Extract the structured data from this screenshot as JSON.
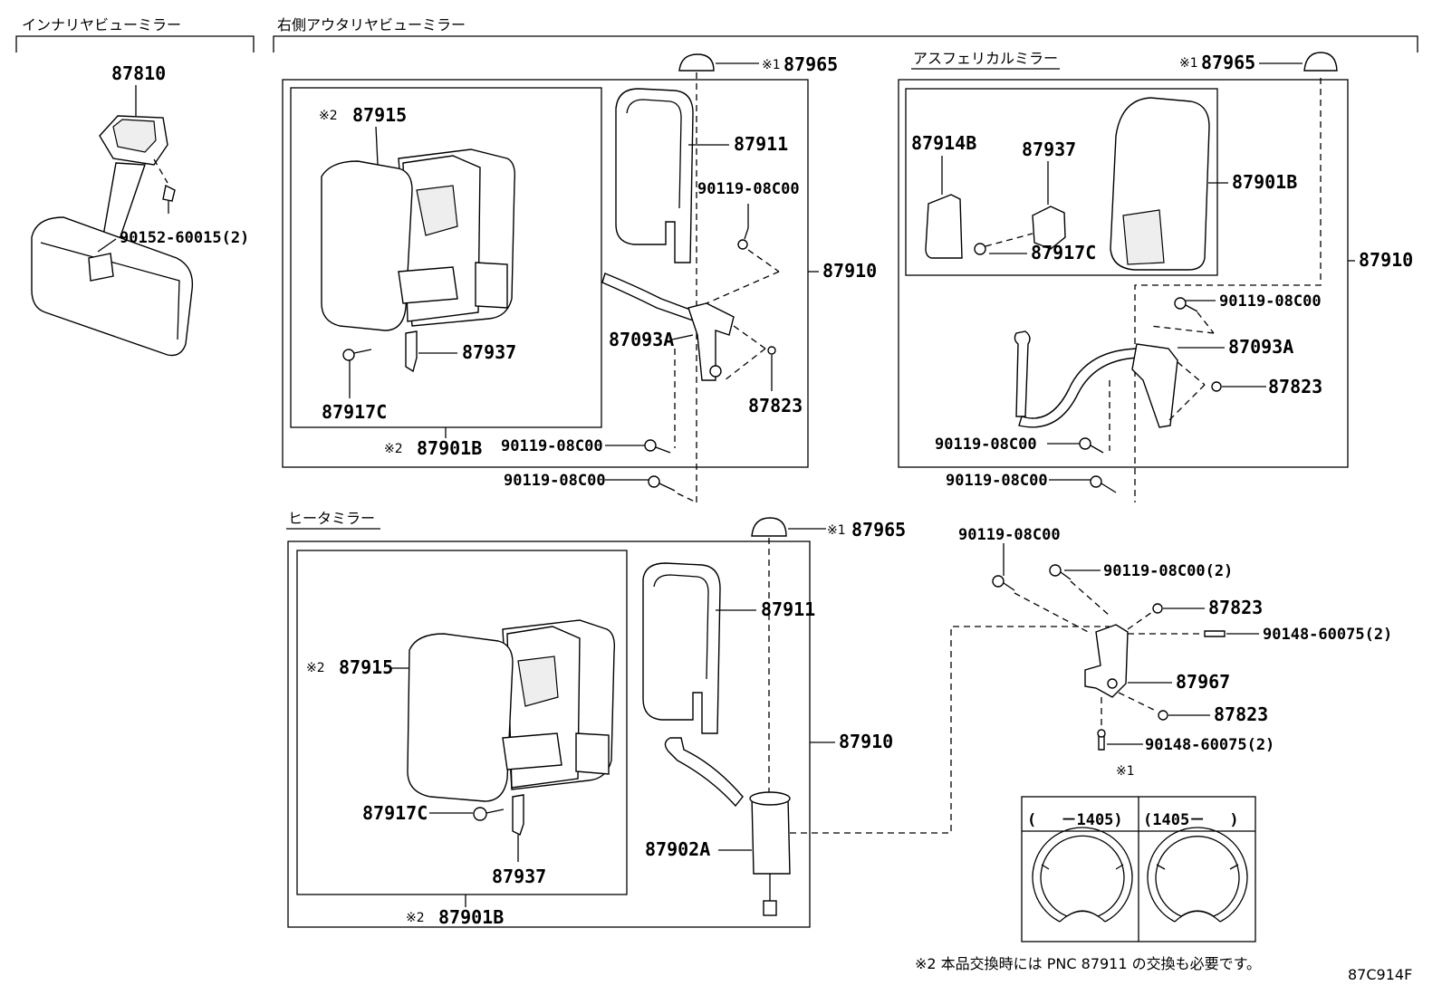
{
  "sections": {
    "inner_mirror": "インナリヤビューミラー",
    "outer_mirror_rh": "右側アウタリヤビューミラー",
    "aspherical": "アスフェリカルミラー",
    "heater": "ヒータミラー"
  },
  "marks": {
    "m1": "※1",
    "m2": "※2"
  },
  "parts": {
    "p87810": "87810",
    "p90152": "90152-60015(2)",
    "p87915": "87915",
    "p87911": "87911",
    "p87965": "87965",
    "p90119": "90119-08C00",
    "p90119x2": "90119-08C00(2)",
    "p87910": "87910",
    "p87093A": "87093A",
    "p87823": "87823",
    "p87937": "87937",
    "p87917C": "87917C",
    "p87901B": "87901B",
    "p87914B": "87914B",
    "p87902A": "87902A",
    "p87967": "87967",
    "p90148x2": "90148-60075(2)"
  },
  "variant_table": {
    "left": "(　 －1405)",
    "right": "(1405－　 )"
  },
  "footnote": "※2 本品交換時には PNC 87911 の交換も必要です。",
  "diagram_code": "87C914F"
}
